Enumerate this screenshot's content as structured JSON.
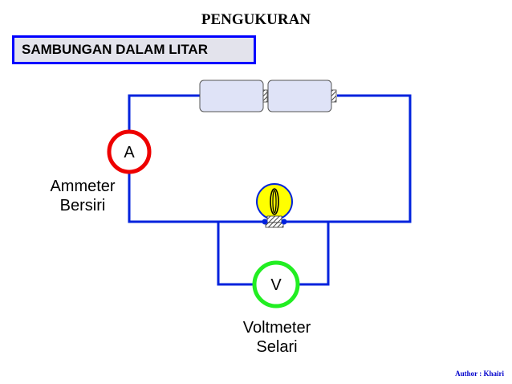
{
  "header": {
    "title": "PENGUKURAN",
    "subtitle": "SAMBUNGAN DALAM LITAR"
  },
  "diagram": {
    "ammeter_symbol": "A",
    "ammeter_label_line1": "Ammeter",
    "ammeter_label_line2": "Bersiri",
    "voltmeter_symbol": "V",
    "voltmeter_label_line1": "Voltmeter",
    "voltmeter_label_line2": "Selari",
    "components": [
      "battery-cell",
      "battery-cell",
      "ammeter",
      "voltmeter",
      "bulb"
    ],
    "colors": {
      "wire": "#0022dd",
      "ammeter_ring": "#ee0000",
      "voltmeter_ring": "#22ee22",
      "bulb_glass": "#ffff00",
      "battery_fill": "#dfe3f7",
      "subtitle_border": "#0000ff",
      "author_text": "#0000cc"
    }
  },
  "footer": {
    "author": "Author : Khairi"
  }
}
